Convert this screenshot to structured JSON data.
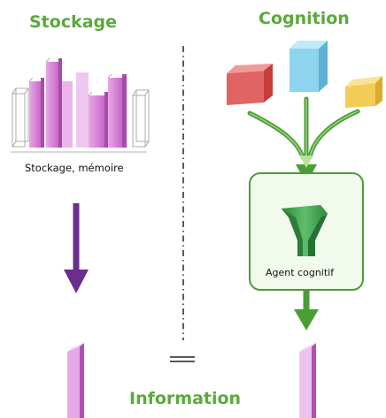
{
  "left_title": "Stockage",
  "right_title": "Cognition",
  "storage_label": "Stockage, mémoire",
  "agent_label": "Agent cognitif",
  "info_label": "Information",
  "colors": {
    "title_green": "#5aaa3c",
    "arrow_green": "#4b9e34",
    "arrow_purple": "#6a2f8e",
    "pink": "#d98ad9",
    "pink_dark": "#b14fb8",
    "cube_red": "#e06464",
    "cube_blue": "#8fd4ee",
    "cube_yellow": "#f1cd58",
    "box_border": "#4b9e34",
    "box_fill": "#f2faee",
    "funnel_green": "#3c9a4a"
  }
}
